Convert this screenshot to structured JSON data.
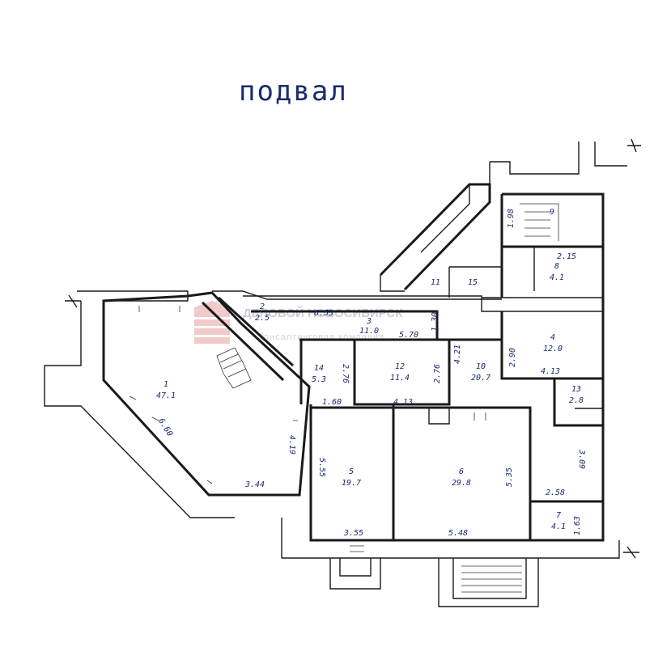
{
  "title": "подвал",
  "watermark": {
    "name": "ДЕЛОВОЙ НОВОСИБИРСК",
    "subtitle": "консалтинговая компания",
    "logo_color": "#e6a0a0"
  },
  "rooms": [
    {
      "number": "1",
      "area": "47.1"
    },
    {
      "number": "2",
      "area": "2.5"
    },
    {
      "number": "3",
      "area": "11.0"
    },
    {
      "number": "4",
      "area": "12.0"
    },
    {
      "number": "5",
      "area": "19.7"
    },
    {
      "number": "6",
      "area": "29.8"
    },
    {
      "number": "7",
      "area": "4.1"
    },
    {
      "number": "8",
      "area": "4.1"
    },
    {
      "number": "9",
      "area": ""
    },
    {
      "number": "10",
      "area": "20.7"
    },
    {
      "number": "11",
      "area": ""
    },
    {
      "number": "12",
      "area": "11.4"
    },
    {
      "number": "13",
      "area": "2.8"
    },
    {
      "number": "14",
      "area": "5.3"
    },
    {
      "number": "15",
      "area": ""
    }
  ],
  "dimensions": [
    "6.60",
    "4.19",
    "3.44",
    "6.53",
    "5.70",
    "1.30",
    "4.21",
    "2.76",
    "2.76",
    "1.60",
    "4.13",
    "5.55",
    "5.35",
    "3.55",
    "5.48",
    "2.90",
    "4.13",
    "3.09",
    "2.58",
    "1.63",
    "1.98",
    "2.15"
  ]
}
